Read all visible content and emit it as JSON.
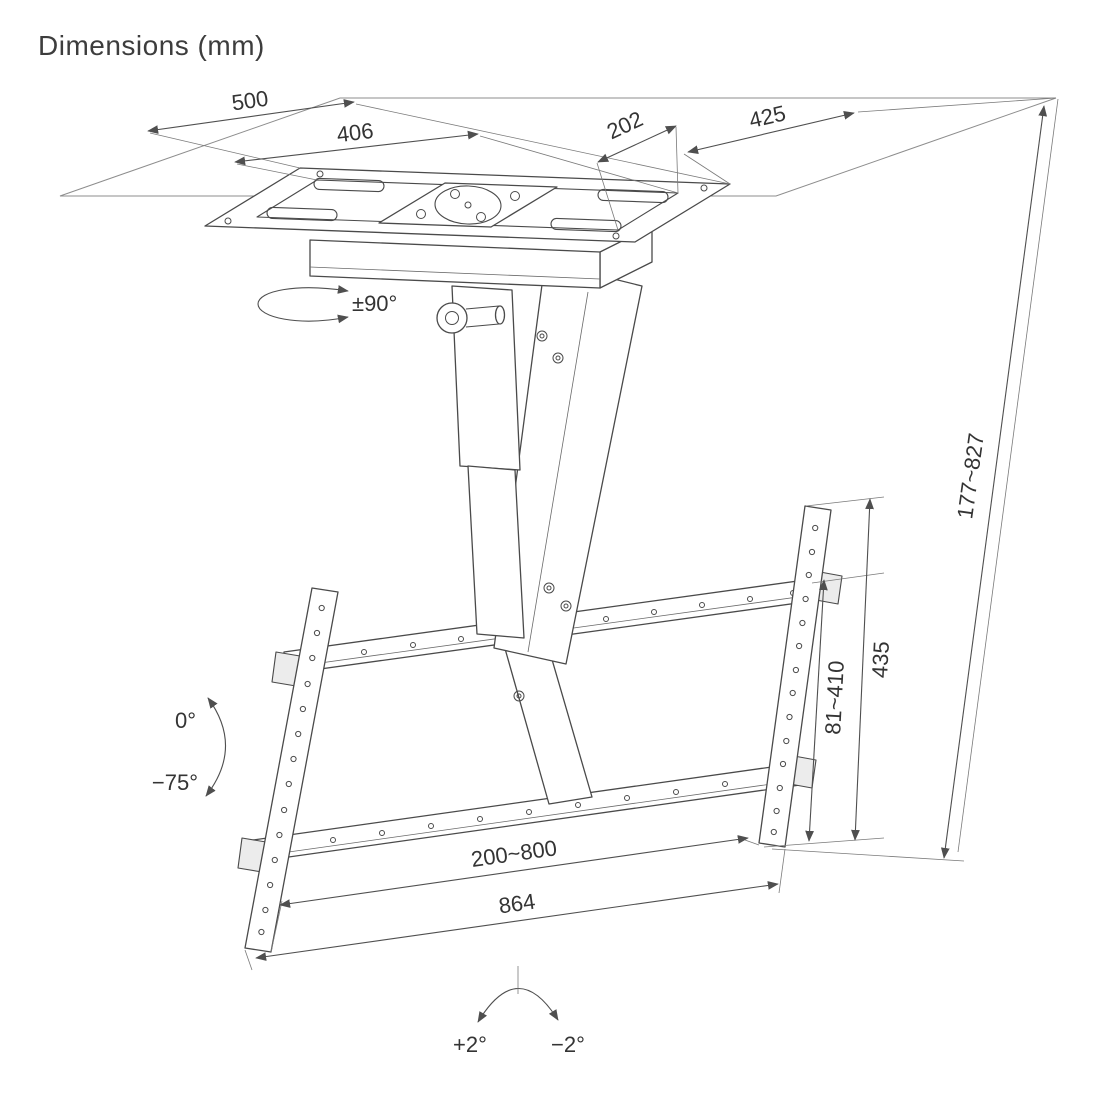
{
  "title": "Dimensions (mm)",
  "labels": {
    "w500": "500",
    "w406": "406",
    "d202": "202",
    "d425": "425",
    "swivel": "±90°",
    "drop": "177~827",
    "vesa_v": "81~410",
    "bracket_h": "435",
    "tilt_zero": "0°",
    "tilt_down": "−75°",
    "vesa_h": "200~800",
    "bracket_w": "864",
    "level_pos": "+2°",
    "level_neg": "−2°"
  }
}
